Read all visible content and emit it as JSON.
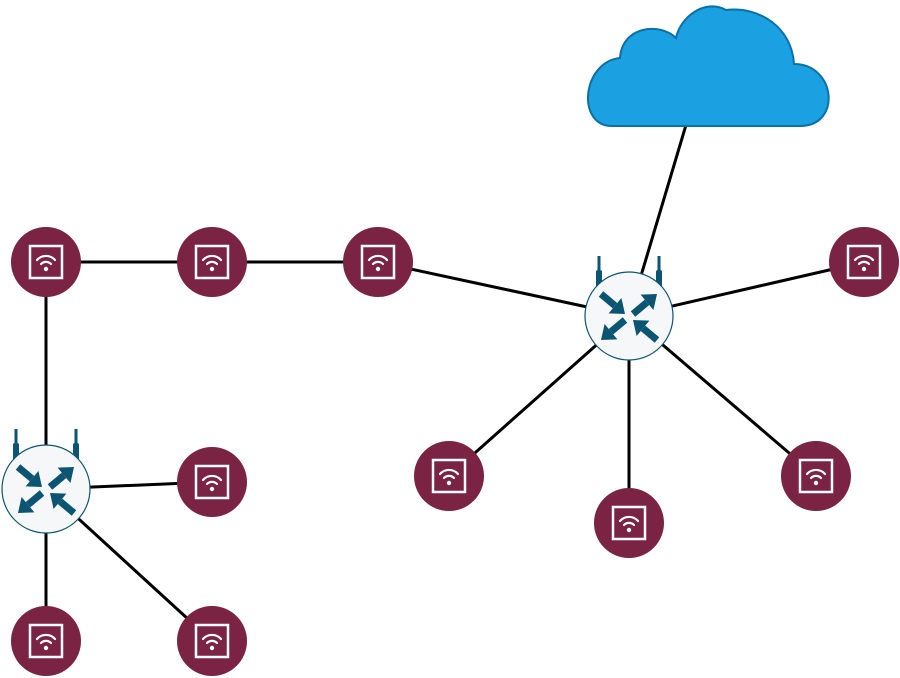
{
  "colors": {
    "cloud_fill": "#1ba1e2",
    "cloud_stroke": "#0b6fa8",
    "access_point": "#7a2343",
    "router_arrow": "#0b5572",
    "router_bg": "#f5f7f8",
    "link": "#000000"
  },
  "nodes": [
    {
      "id": "internet-cloud",
      "icon": "cloud-icon"
    },
    {
      "id": "router-1",
      "icon": "wireless-router-icon"
    },
    {
      "id": "router-2",
      "icon": "wireless-router-icon"
    },
    {
      "id": "ap-1",
      "icon": "wifi-access-point-icon"
    },
    {
      "id": "ap-2",
      "icon": "wifi-access-point-icon"
    },
    {
      "id": "ap-3",
      "icon": "wifi-access-point-icon"
    },
    {
      "id": "ap-4",
      "icon": "wifi-access-point-icon"
    },
    {
      "id": "ap-5",
      "icon": "wifi-access-point-icon"
    },
    {
      "id": "ap-6",
      "icon": "wifi-access-point-icon"
    },
    {
      "id": "ap-7",
      "icon": "wifi-access-point-icon"
    },
    {
      "id": "ap-8",
      "icon": "wifi-access-point-icon"
    },
    {
      "id": "ap-9",
      "icon": "wifi-access-point-icon"
    },
    {
      "id": "ap-10",
      "icon": "wifi-access-point-icon"
    }
  ],
  "links": [
    [
      "internet-cloud",
      "router-1"
    ],
    [
      "router-1",
      "ap-3"
    ],
    [
      "router-1",
      "ap-4"
    ],
    [
      "router-1",
      "ap-5"
    ],
    [
      "router-1",
      "ap-6"
    ],
    [
      "router-1",
      "ap-7"
    ],
    [
      "ap-3",
      "ap-2"
    ],
    [
      "ap-2",
      "ap-1"
    ],
    [
      "ap-1",
      "router-2"
    ],
    [
      "router-2",
      "ap-8"
    ],
    [
      "router-2",
      "ap-9"
    ],
    [
      "router-2",
      "ap-10"
    ]
  ]
}
